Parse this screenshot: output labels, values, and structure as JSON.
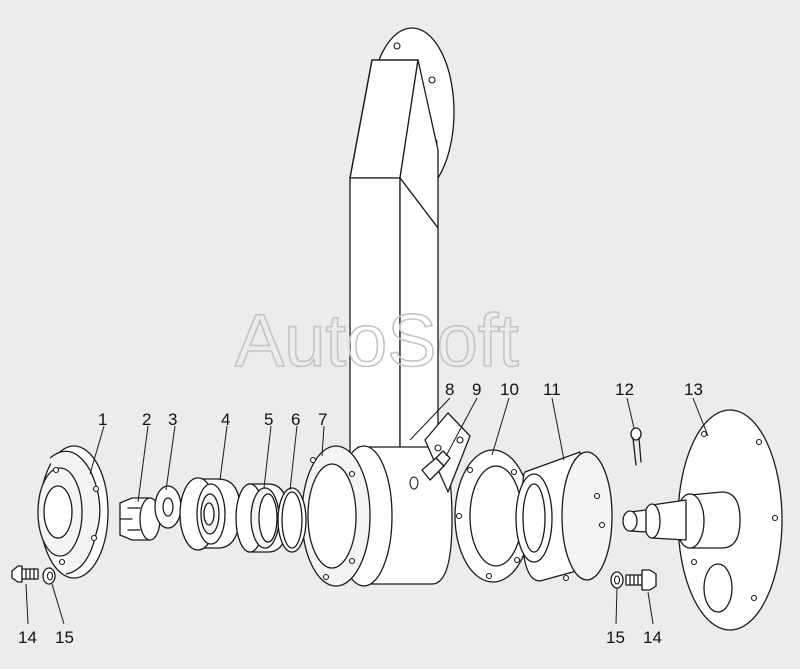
{
  "watermark": "AutoSoft",
  "callouts": [
    "1",
    "2",
    "3",
    "4",
    "5",
    "6",
    "7",
    "8",
    "9",
    "10",
    "11",
    "12",
    "13",
    "14",
    "15",
    "15",
    "14"
  ]
}
